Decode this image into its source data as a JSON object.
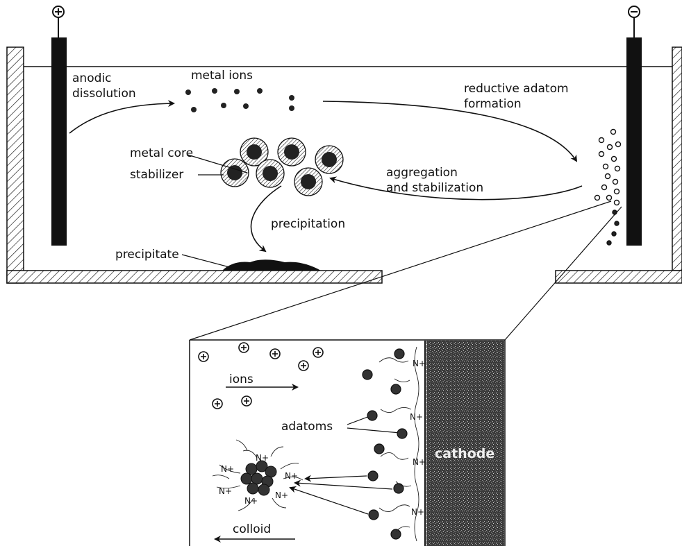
{
  "top": {
    "anode_symbol": "⊕",
    "cathode_symbol": "⊖",
    "anodic_dissolution": [
      "anodic",
      "dissolution"
    ],
    "metal_ions": "metal ions",
    "reductive_adatom_formation": [
      "reductive adatom",
      "formation"
    ],
    "metal_core": "metal core",
    "stabilizer": "stabilizer",
    "aggregation_and_stabilization": [
      "aggregation",
      "and stabilization"
    ],
    "precipitation": "precipitation",
    "precipitate": "precipitate"
  },
  "inset": {
    "ions": "ions",
    "adatoms": "adatoms",
    "colloid": "colloid",
    "cathode": "cathode",
    "n_plus": "N+"
  }
}
